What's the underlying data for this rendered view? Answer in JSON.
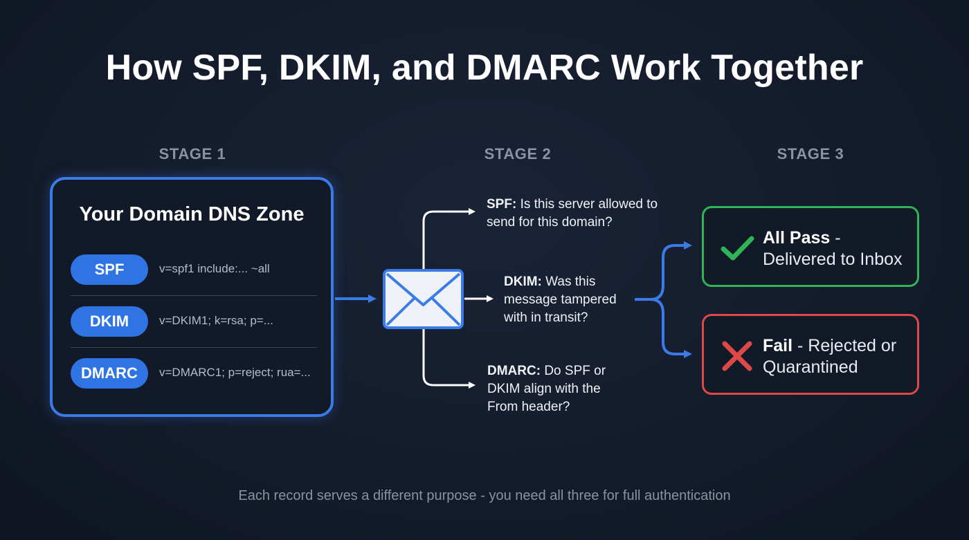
{
  "title": "How SPF, DKIM, and DMARC Work Together",
  "stages": [
    "STAGE 1",
    "STAGE 2",
    "STAGE 3"
  ],
  "dns_zone": {
    "title": "Your Domain DNS Zone",
    "records": [
      {
        "type": "SPF",
        "value": "v=spf1 include:... ~all"
      },
      {
        "type": "DKIM",
        "value": "v=DKIM1; k=rsa; p=..."
      },
      {
        "type": "DMARC",
        "value": "v=DMARC1; p=reject; rua=..."
      }
    ]
  },
  "checks": [
    {
      "label": "SPF:",
      "text": "Is this server allowed to send for this domain?"
    },
    {
      "label": "DKIM:",
      "text": "Was this message tampered with in transit?"
    },
    {
      "label": "DMARC:",
      "text": "Do SPF or DKIM align with the From header?"
    }
  ],
  "results": {
    "pass": {
      "bold": "All Pass",
      "rest": " - Delivered to Inbox",
      "icon": "check-icon",
      "color": "#2fb458"
    },
    "fail": {
      "bold": "Fail",
      "rest": " - Rejected or Quarantined",
      "icon": "x-icon",
      "color": "#df4848"
    }
  },
  "footer": "Each record serves a different purpose - you need all three for full authentication",
  "colors": {
    "accent": "#3a7be6",
    "pass": "#2fb458",
    "fail": "#df4848",
    "background": "#141c2c"
  }
}
